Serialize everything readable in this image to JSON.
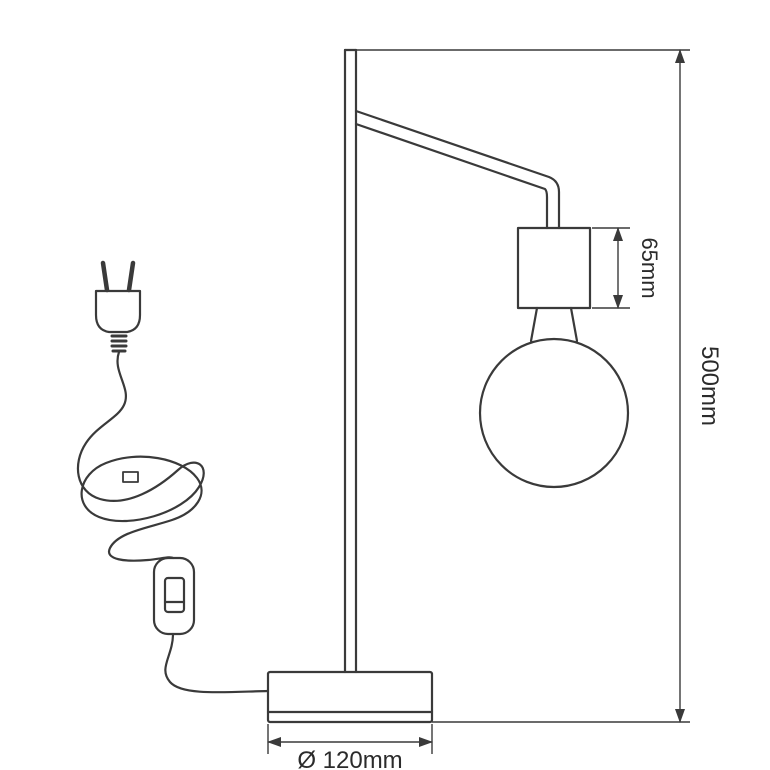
{
  "colors": {
    "line": "#3a3a3a",
    "dim_line": "#444444",
    "text": "#2b2b2b",
    "background": "#ffffff"
  },
  "dimensions": {
    "overall_height": "500mm",
    "socket_height": "65mm",
    "base_diameter": "Ø 120mm"
  }
}
